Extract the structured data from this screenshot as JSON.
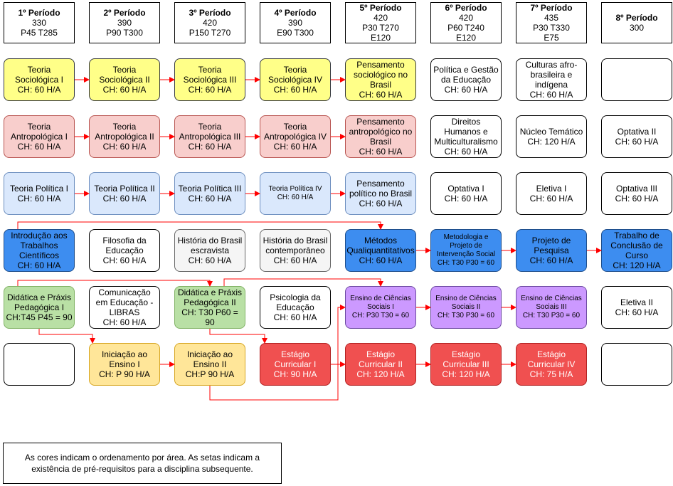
{
  "colors": {
    "arrow": "#ff0000",
    "yellow": "#ffff88",
    "pink": "#f8cecc",
    "light_blue": "#dae8fc",
    "dark_blue": "#3d8df0",
    "green": "#b9e0a5",
    "purple": "#cc99ff",
    "red": "#f05050",
    "orange": "#ffe699",
    "gray": "#f5f5f5"
  },
  "periods": [
    {
      "title": "1º Período",
      "lines": "330\nP45 T285"
    },
    {
      "title": "2º Período",
      "lines": "390\nP90 T300"
    },
    {
      "title": "3º Período",
      "lines": "420\nP150 T270"
    },
    {
      "title": "4º Período",
      "lines": "390\nE90 T300"
    },
    {
      "title": "5º Período",
      "lines": "420\nP30 T270\nE120"
    },
    {
      "title": "6º Período",
      "lines": "420\nP60 T240\nE120"
    },
    {
      "title": "7º Período",
      "lines": "435\nP30 T330\nE75"
    },
    {
      "title": "8º Período",
      "lines": "300"
    }
  ],
  "rows": [
    [
      {
        "text": "Teoria\nSociológica I\nCH: 60 H/A",
        "color": "yellow"
      },
      {
        "text": "Teoria\nSociológica II\nCH: 60 H/A",
        "color": "yellow"
      },
      {
        "text": "Teoria\nSociológica III\nCH: 60 H/A",
        "color": "yellow"
      },
      {
        "text": "Teoria\nSociológica IV\nCH: 60 H/A",
        "color": "yellow"
      },
      {
        "text": "Pensamento\nsociológico no\nBrasil\nCH: 60 H/A",
        "color": "yellow"
      },
      {
        "text": "Política e Gestão\nda Educação\nCH: 60 H/A",
        "color": "white"
      },
      {
        "text": "Culturas afro-\nbrasileira e\nindígena\nCH: 60 H/A",
        "color": "white"
      },
      {
        "text": "",
        "color": "white"
      }
    ],
    [
      {
        "text": "Teoria\nAntropológica I\nCH: 60 H/A",
        "color": "pink"
      },
      {
        "text": "Teoria\nAntropológica II\nCH: 60 H/A",
        "color": "pink"
      },
      {
        "text": "Teoria\nAntropológica III\nCH: 60 H/A",
        "color": "pink"
      },
      {
        "text": "Teoria\nAntropológica IV\nCH: 60 H/A",
        "color": "pink"
      },
      {
        "text": "Pensamento\nantropológico no\nBrasil\nCH: 60 H/A",
        "color": "pink"
      },
      {
        "text": "Direitos\nHumanos e\nMulticulturalismo\nCH: 60 H/A",
        "color": "white"
      },
      {
        "text": "Núcleo Temático\nCH: 120 H/A",
        "color": "white"
      },
      {
        "text": "Optativa II\nCH: 60 H/A",
        "color": "white"
      }
    ],
    [
      {
        "text": "Teoria Política I\nCH: 60 H/A",
        "color": "light_blue"
      },
      {
        "text": "Teoria Política II\nCH: 60 H/A",
        "color": "light_blue"
      },
      {
        "text": "Teoria Política III\nCH: 60 H/A",
        "color": "light_blue"
      },
      {
        "text": "Teoria Política IV\nCH: 60 H/A",
        "color": "light_blue",
        "small": true
      },
      {
        "text": "Pensamento\npolítico no Brasil\nCH: 60 H/A",
        "color": "light_blue"
      },
      {
        "text": "Optativa I\nCH: 60 H/A",
        "color": "white"
      },
      {
        "text": "Eletiva I\nCH: 60 H/A",
        "color": "white"
      },
      {
        "text": "Optativa III\nCH: 60 H/A",
        "color": "white"
      }
    ],
    [
      {
        "text": "Introdução aos\nTrabalhos\nCientíficos\nCH: 60 H/A",
        "color": "dark_blue"
      },
      {
        "text": "Filosofia da\nEducação\nCH: 60 H/A",
        "color": "white"
      },
      {
        "text": "História do Brasil\nescravista\nCH: 60 H/A",
        "color": "gray"
      },
      {
        "text": "História do Brasil\ncontemporâneo\nCH: 60 H/A",
        "color": "gray"
      },
      {
        "text": "Métodos\nQualiquantitativos\nCH: 60 H/A",
        "color": "dark_blue"
      },
      {
        "text": "Metodologia e\nProjeto de\nIntervenção Social\nCH: T30 P30 = 60",
        "color": "dark_blue",
        "small": true
      },
      {
        "text": "Projeto de\nPesquisa\nCH: 60 H/A",
        "color": "dark_blue"
      },
      {
        "text": "Trabalho de\nConclusão de\nCurso\nCH: 120 H/A",
        "color": "dark_blue"
      }
    ],
    [
      {
        "text": "Didática e Práxis\nPedagógica I\nCH:T45 P45 = 90",
        "color": "green"
      },
      {
        "text": "Comunicação\nem Educação -\nLIBRAS\nCH: 60 H/A",
        "color": "white"
      },
      {
        "text": "Didática e Práxis\nPedagógica II\nCH: T30 P60 =\n90",
        "color": "green"
      },
      {
        "text": "Psicologia da\nEducação\nCH: 60 H/A",
        "color": "white"
      },
      {
        "text": "Ensino de Ciências\nSociais I\nCH: P30 T30 = 60",
        "color": "purple",
        "small": true
      },
      {
        "text": "Ensino de Ciências\nSociais II\nCH: T30 P30 = 60",
        "color": "purple",
        "small": true
      },
      {
        "text": "Ensino de Ciências\nSociais III\nCH: T30 P30 = 60",
        "color": "purple",
        "small": true
      },
      {
        "text": "Eletiva II\nCH: 60 H/A",
        "color": "white"
      }
    ],
    [
      {
        "text": "",
        "color": "white"
      },
      {
        "text": "Iniciação ao\nEnsino I\nCH: P 90 H/A",
        "color": "orange"
      },
      {
        "text": "Iniciação ao\nEnsino II\nCH:P 90 H/A",
        "color": "orange"
      },
      {
        "text": "Estágio\nCurricular I\nCH: 90 H/A",
        "color": "red"
      },
      {
        "text": "Estágio\nCurricular II\nCH: 120 H/A",
        "color": "red"
      },
      {
        "text": "Estágio\nCurricular III\nCH: 120 H/A",
        "color": "red"
      },
      {
        "text": "Estágio\nCurricular IV\nCH: 75 H/A",
        "color": "red"
      },
      {
        "text": "",
        "color": "white"
      }
    ]
  ],
  "note": "As cores indicam o ordenamento por área. As setas indicam a existência de pré-requisitos para a disciplina subsequente."
}
